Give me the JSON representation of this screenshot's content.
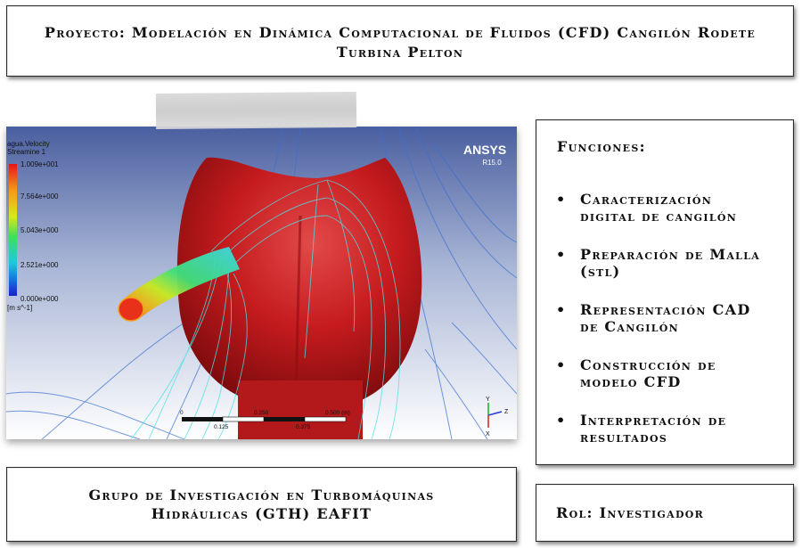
{
  "title": {
    "line1": "Proyecto: Modelación en Dinámica Computacional de Fluidos (CFD) Cangilón Rodete",
    "line2": "Turbina Pelton"
  },
  "figure": {
    "legend_title": "agua.Velocity",
    "legend_subtitle": "Streamine 1",
    "legend_ticks": [
      "1.009e+001",
      "7.564e+000",
      "5.043e+000",
      "2.521e+000",
      "0.000e+000"
    ],
    "legend_units": "[m s^-1]",
    "brand": "ANSYS",
    "version": "R15.0",
    "scale_labels_top": [
      "0",
      "0.250",
      "0.500 (m)"
    ],
    "scale_labels_bottom": [
      "0.125",
      "0.375"
    ],
    "axis_labels": [
      "Y",
      "Z",
      "X"
    ]
  },
  "funciones": {
    "heading": "Funciones:",
    "bullet": "•",
    "items": [
      {
        "l1": "Caracterización",
        "l2": "digital de cangilón"
      },
      {
        "l1": "Preparación de Malla",
        "l2": "(stl)"
      },
      {
        "l1": "Representación CAD",
        "l2": "de Cangilón"
      },
      {
        "l1": "Construcción de",
        "l2": "modelo CFD"
      },
      {
        "l1": "Interpretación de",
        "l2": "resultados"
      }
    ]
  },
  "grupo": {
    "line1": "Grupo de Investigación en Turbomáquinas",
    "line2": "Hidráulicas (GTH) EAFIT"
  },
  "rol": {
    "label": "Rol: Investigador"
  }
}
